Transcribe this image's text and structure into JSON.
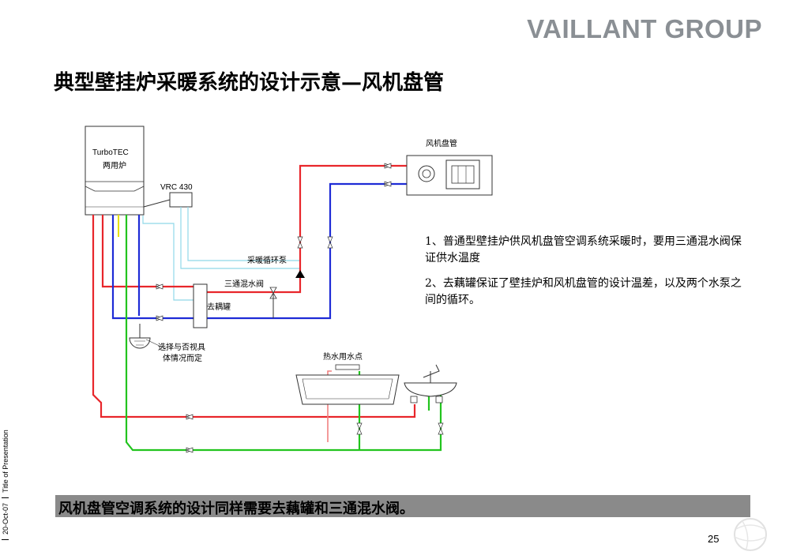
{
  "header": {
    "brand": "VAILLANT GROUP",
    "title": "典型壁挂炉采暖系统的设计示意—风机盘管"
  },
  "diagram": {
    "boiler_name": "TurboTEC",
    "boiler_type": "两用炉",
    "controller": "VRC 430",
    "fan_coil": "风机盘管",
    "pump": "采暖循环泵",
    "mixing_valve": "三通混水阀",
    "decoupler": "去耦罐",
    "optional_line1": "选择与否视具",
    "optional_line2": "体情况而定",
    "hot_water_point": "热水用水点"
  },
  "notes": [
    "1、普通型壁挂炉供风机盘管空调系统采暖时，要用三通混水阀保证供水温度",
    "2、去藕罐保证了壁挂炉和风机盘管的设计温差，以及两个水泵之间的循环。"
  ],
  "footer": {
    "summary": "风机盘管空调系统的设计同样需要去藕罐和三通混水阀。",
    "date": "20-Oct-07",
    "presentation": "Title of Presentation",
    "page_number": "25"
  },
  "colors": {
    "supply": "#e8262b",
    "return": "#1e2bd6",
    "cold_water": "#22c41e",
    "hot_water_light": "#f08080",
    "signal": "#8fd8e8",
    "summary_bar": "#8a8a8a",
    "brand": "#8a8f94"
  }
}
